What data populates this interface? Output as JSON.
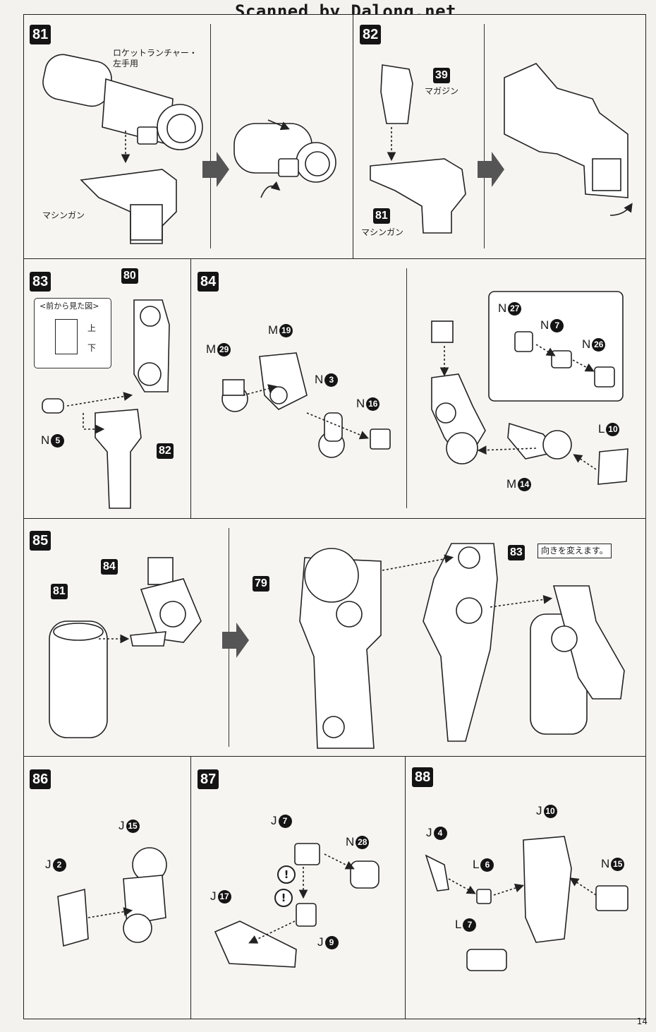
{
  "watermark": "Scanned by Dalong.net",
  "page_number": "14",
  "steps": {
    "s81": {
      "num": "81",
      "label_launcher": "ロケットランチャー・左手用",
      "label_mg": "マシンガン"
    },
    "s82": {
      "num": "82",
      "part_magazine": "39",
      "label_magazine": "マガジン",
      "part_mg": "81",
      "label_mg": "マシンガン"
    },
    "s83": {
      "num": "83",
      "part_top": "80",
      "view_label": "<前から見た図>",
      "up": "上",
      "down": "下",
      "runner_n": "N",
      "n_num": "5",
      "part_bottom": "82"
    },
    "s84": {
      "num": "84",
      "m29": {
        "runner": "M",
        "num": "29"
      },
      "m19": {
        "runner": "M",
        "num": "19"
      },
      "n3": {
        "runner": "N",
        "num": "3"
      },
      "n16": {
        "runner": "N",
        "num": "16"
      },
      "n27": {
        "runner": "N",
        "num": "27"
      },
      "n7": {
        "runner": "N",
        "num": "7"
      },
      "n26": {
        "runner": "N",
        "num": "26"
      },
      "l10": {
        "runner": "L",
        "num": "10"
      },
      "m14": {
        "runner": "M",
        "num": "14"
      }
    },
    "s85": {
      "num": "85",
      "part_84": "84",
      "part_81": "81",
      "part_79": "79",
      "part_83": "83",
      "note": "向きを変えます。"
    },
    "s86": {
      "num": "86",
      "j15": {
        "runner": "J",
        "num": "15"
      },
      "j2": {
        "runner": "J",
        "num": "2"
      }
    },
    "s87": {
      "num": "87",
      "j7": {
        "runner": "J",
        "num": "7"
      },
      "n28": {
        "runner": "N",
        "num": "28"
      },
      "j17": {
        "runner": "J",
        "num": "17"
      },
      "j9": {
        "runner": "J",
        "num": "9"
      },
      "caution": "!"
    },
    "s88": {
      "num": "88",
      "j10": {
        "runner": "J",
        "num": "10"
      },
      "j4": {
        "runner": "J",
        "num": "4"
      },
      "l6": {
        "runner": "L",
        "num": "6"
      },
      "n15": {
        "runner": "N",
        "num": "15"
      },
      "l7": {
        "runner": "L",
        "num": "7"
      }
    }
  }
}
